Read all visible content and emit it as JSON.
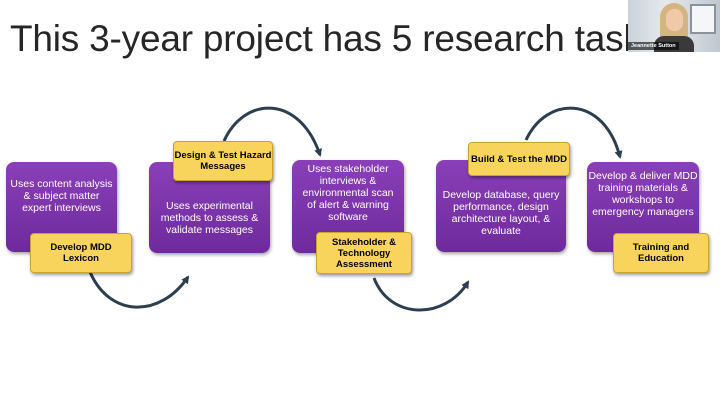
{
  "slide": {
    "title": "This 3-year project has 5 research tasks"
  },
  "tasks": [
    {
      "lines": [
        "Uses content analysis",
        "& subject matter",
        "expert interviews"
      ],
      "label_lines": [
        "Develop MDD",
        "Lexicon"
      ]
    },
    {
      "lines": [
        "Uses experimental",
        "methods to assess &",
        "validate messages"
      ],
      "label_lines": [
        "Design & Test Hazard",
        "Messages"
      ]
    },
    {
      "lines": [
        "Uses stakeholder",
        "interviews &",
        "environmental scan",
        "of alert & warning",
        "software"
      ],
      "label_lines": [
        "Stakeholder &",
        "Technology",
        "Assessment"
      ]
    },
    {
      "lines": [
        "Develop database, query",
        "performance, design",
        "architecture layout, &",
        "evaluate"
      ],
      "label_lines": [
        "Build & Test the MDD"
      ]
    },
    {
      "lines": [
        "Develop & deliver MDD",
        "training materials &",
        "workshops to",
        "emergency managers"
      ],
      "label_lines": [
        "Training and",
        "Education"
      ]
    }
  ],
  "video": {
    "participant_name": "Jeannette Sutton"
  },
  "colors": {
    "task_fill": "#7a33a8",
    "label_fill": "#f9d45c",
    "arrow": "#2c3e50",
    "title_text": "#262626"
  }
}
